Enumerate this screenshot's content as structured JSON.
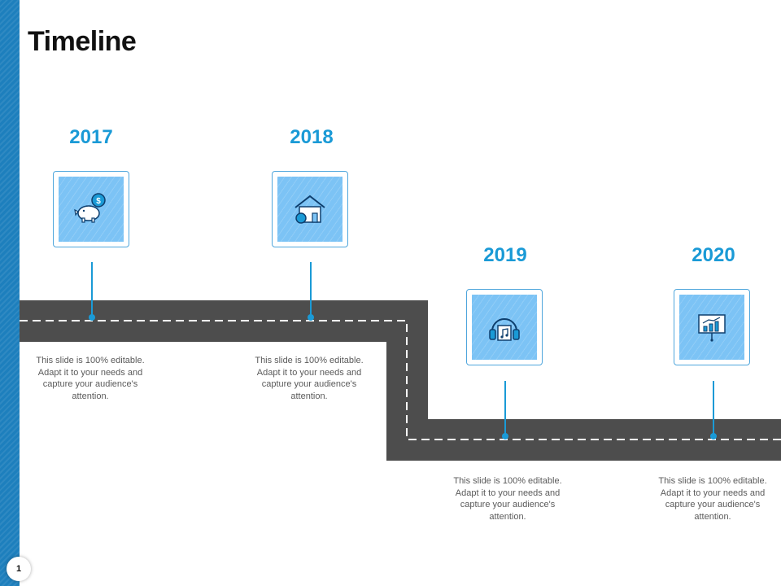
{
  "slide": {
    "title": "Timeline",
    "page_number": "1"
  },
  "colors": {
    "accent": "#1a9ad6",
    "sidebar": "#1d7fbd",
    "road": "#4d4d4d",
    "tile": "#7cc3f5"
  },
  "milestones": [
    {
      "year": "2017",
      "icon": "piggy-bank-icon",
      "text": "This slide is 100% editable. Adapt it to your needs and capture your audience's attention."
    },
    {
      "year": "2018",
      "icon": "house-icon",
      "text": "This slide is 100% editable. Adapt it to your needs and capture your audience's attention."
    },
    {
      "year": "2019",
      "icon": "headphones-music-icon",
      "text": "This slide is 100% editable. Adapt it to your needs and capture your audience's attention."
    },
    {
      "year": "2020",
      "icon": "presentation-board-icon",
      "text": "This slide is 100% editable. Adapt it to your needs and capture your audience's attention."
    }
  ]
}
